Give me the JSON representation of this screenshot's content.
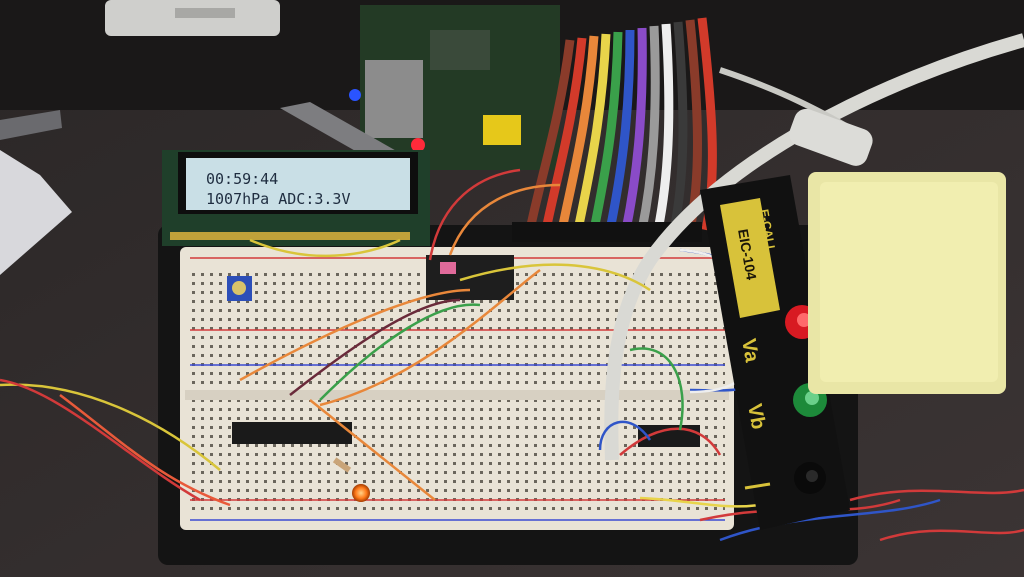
{
  "lcd": {
    "line1": "00:59:44",
    "line2": "1007hPa ADC:3.3V"
  },
  "binding_post_board": {
    "brand": "E-CALL",
    "model": "EIC-104",
    "label_a": "Va",
    "label_b": "Vb"
  },
  "colors": {
    "breadboard": "#e9e3d6",
    "lcd_backlight": "#c9dfe6",
    "pcb_green": "#1f3f2a",
    "rainbow_cable": [
      "#8a3b2a",
      "#d23a2a",
      "#e8873a",
      "#e8d44a",
      "#3aa04a",
      "#2f55c8",
      "#8a4bc8",
      "#9a9a9a",
      "#eeeeee",
      "#222222"
    ]
  }
}
